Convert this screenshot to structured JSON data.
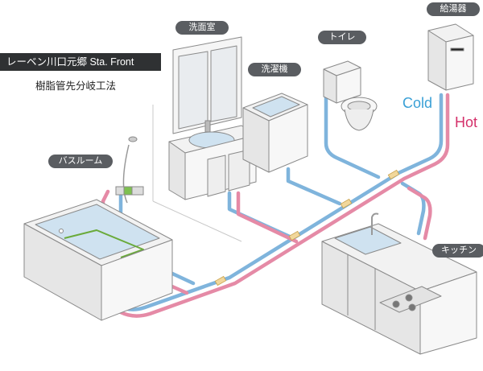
{
  "header": {
    "title": "レーベン川口元郷  Sta. Front",
    "subtitle": "樹脂管先分岐工法"
  },
  "labels": {
    "senmen": "洗面室",
    "toilet": "トイレ",
    "sentaku": "洗濯機",
    "kyuto": "給湯器",
    "bath": "バスルーム",
    "kitchen": "キッチン"
  },
  "legend": {
    "cold": "Cold",
    "hot": "Hot"
  },
  "colors": {
    "cold_pipe": "#7fb4dc",
    "hot_pipe": "#e58aa6",
    "label_bg": "#5a5d61",
    "title_bg": "#2f3133",
    "cold_text": "#3aa0d6",
    "hot_text": "#d4306a"
  }
}
